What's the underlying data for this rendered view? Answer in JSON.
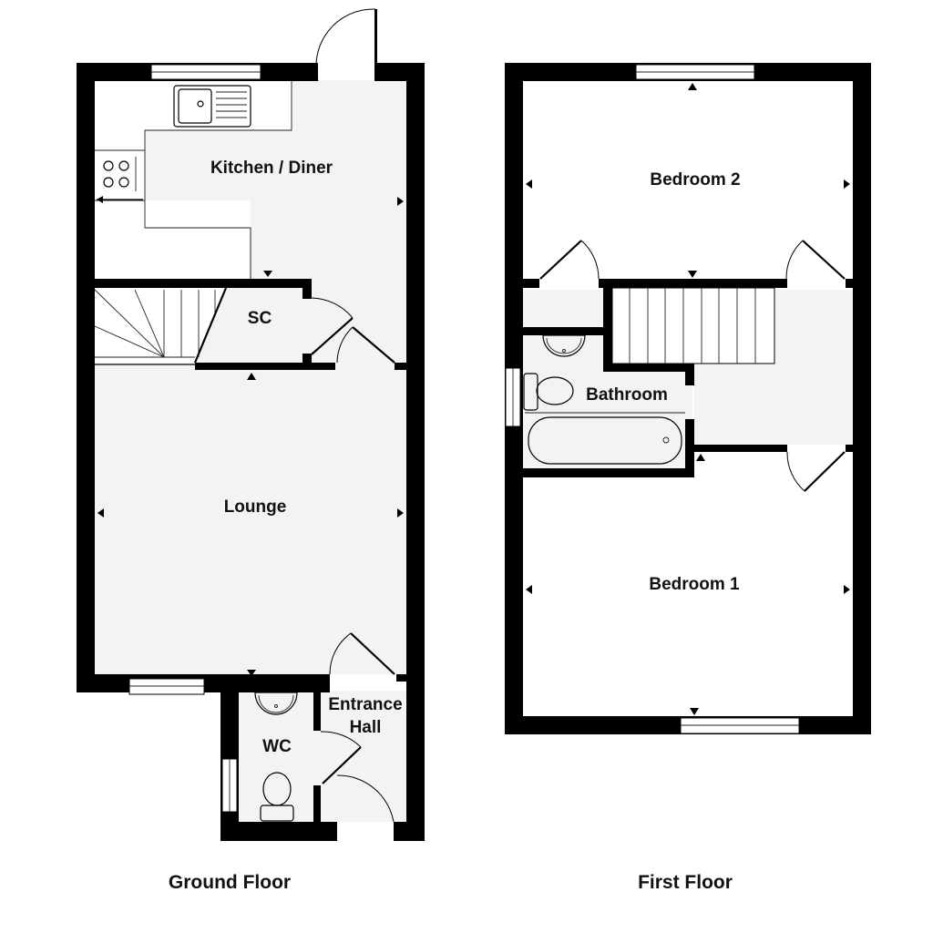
{
  "plan": {
    "floors": [
      {
        "id": "ground",
        "label": "Ground Floor",
        "rooms": [
          {
            "name": "Kitchen / Diner"
          },
          {
            "name": "SC"
          },
          {
            "name": "Lounge"
          },
          {
            "name": "Entrance Hall"
          },
          {
            "name": "WC"
          }
        ]
      },
      {
        "id": "first",
        "label": "First Floor",
        "rooms": [
          {
            "name": "Bedroom 2"
          },
          {
            "name": "Bathroom"
          },
          {
            "name": "Bedroom 1"
          }
        ]
      }
    ],
    "labels": {
      "kitchen": "Kitchen / Diner",
      "sc": "SC",
      "lounge": "Lounge",
      "entrance_line1": "Entrance",
      "entrance_line2": "Hall",
      "wc": "WC",
      "bedroom2": "Bedroom 2",
      "bathroom": "Bathroom",
      "bedroom1": "Bedroom 1",
      "ground_floor": "Ground Floor",
      "first_floor": "First Floor"
    },
    "colors": {
      "wall": "#000000",
      "floor_fill": "#f3f3f3",
      "background": "#ffffff"
    }
  }
}
